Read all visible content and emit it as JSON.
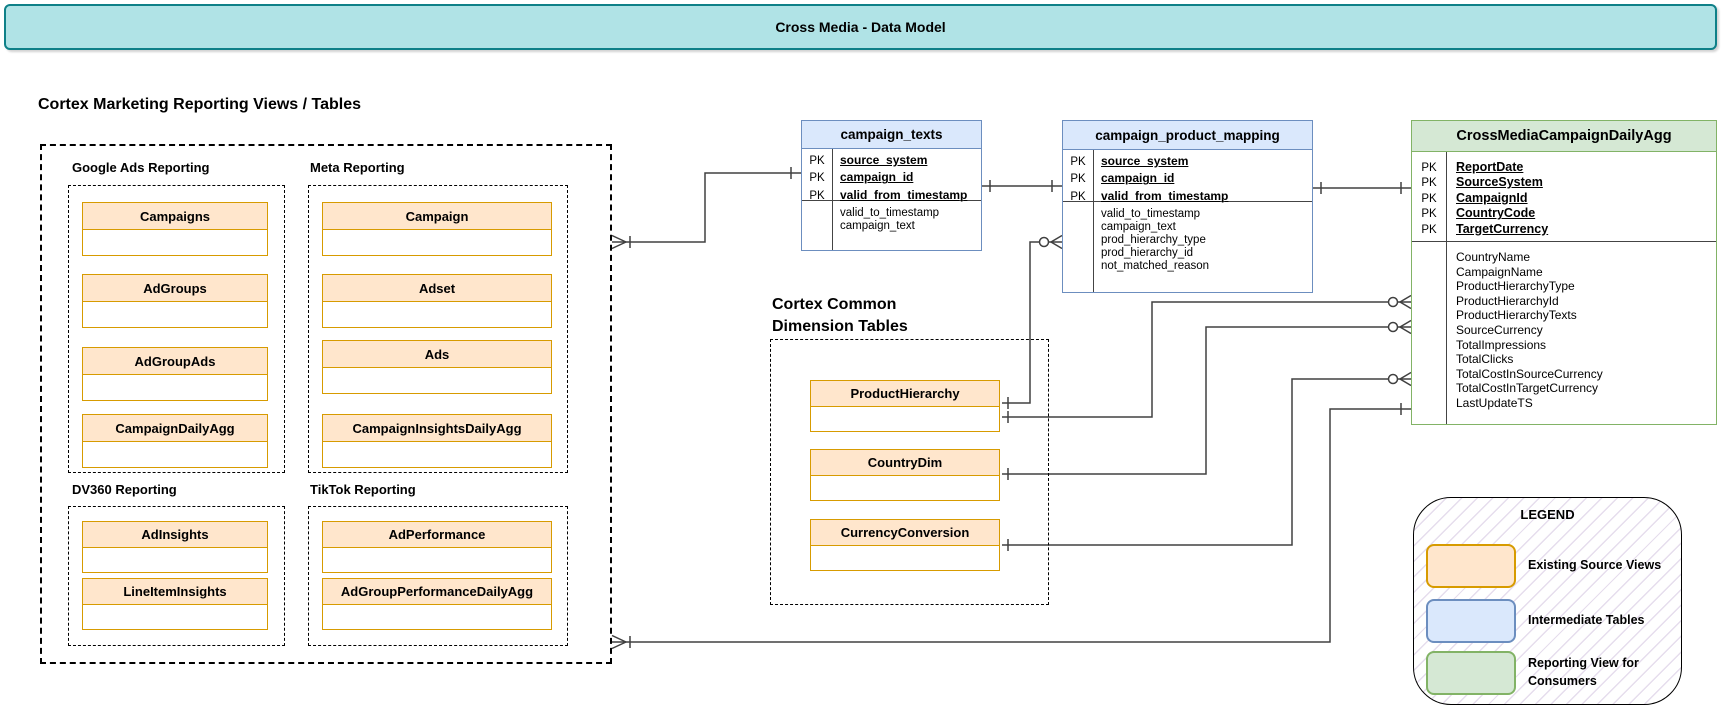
{
  "banner": {
    "title": "Cross Media - Data Model"
  },
  "marketing_section": {
    "title": "Cortex Marketing Reporting Views / Tables",
    "groups": [
      {
        "label": "Google Ads Reporting",
        "entities": [
          "Campaigns",
          "AdGroups",
          "AdGroupAds",
          "CampaignDailyAgg"
        ]
      },
      {
        "label": "Meta Reporting",
        "entities": [
          "Campaign",
          "Adset",
          "Ads",
          "CampaignInsightsDailyAgg"
        ]
      },
      {
        "label": "DV360 Reporting",
        "entities": [
          "AdInsights",
          "LineItemInsights"
        ]
      },
      {
        "label": "TikTok Reporting",
        "entities": [
          "AdPerformance",
          "AdGroupPerformanceDailyAgg"
        ]
      }
    ]
  },
  "tables": {
    "campaign_texts": {
      "title": "campaign_texts",
      "pk_label": "PK",
      "pk_fields": [
        "source_system",
        "campaign_id",
        "valid_from_timestamp"
      ],
      "fields": [
        "valid_to_timestamp",
        "campaign_text"
      ]
    },
    "campaign_product_mapping": {
      "title": "campaign_product_mapping",
      "pk_label": "PK",
      "pk_fields": [
        "source_system",
        "campaign_id",
        "valid_from_timestamp"
      ],
      "fields": [
        "valid_to_timestamp",
        "campaign_text",
        "prod_hierarchy_type",
        "prod_hierarchy_id",
        "not_matched_reason"
      ]
    },
    "cross_media": {
      "title": "CrossMediaCampaignDailyAgg",
      "pk_label": "PK",
      "pk_fields": [
        "ReportDate",
        "SourceSystem",
        "CampaignId",
        "CountryCode",
        "TargetCurrency"
      ],
      "fields": [
        "CountryName",
        "CampaignName",
        "ProductHierarchyType",
        "ProductHierarchyId",
        "ProductHierarchyTexts",
        "SourceCurrency",
        "TotalImpressions",
        "TotalClicks",
        "TotalCostInSourceCurrency",
        "TotalCostInTargetCurrency",
        "LastUpdateTS"
      ]
    }
  },
  "dimension_section": {
    "title_line1": "Cortex Common",
    "title_line2": "Dimension Tables",
    "entities": [
      "ProductHierarchy",
      "CountryDim",
      "CurrencyConversion"
    ]
  },
  "legend": {
    "title": "LEGEND",
    "items": [
      {
        "label": "Existing Source Views",
        "fill": "#ffe6cc",
        "border": "#d79b00"
      },
      {
        "label": "Intermediate Tables",
        "fill": "#dae8fc",
        "border": "#6c8ebf"
      },
      {
        "label": "Reporting View for Consumers",
        "fill": "#d5e8d4",
        "border": "#82b366"
      }
    ]
  },
  "colors": {
    "banner_fill": "#b0e3e6",
    "banner_border": "#0e8088",
    "source_view_fill": "#ffe6cc",
    "source_view_border": "#d79b00",
    "intermediate_fill": "#dae8fc",
    "intermediate_border": "#6c8ebf",
    "reporting_fill": "#d5e8d4",
    "reporting_border": "#82b366"
  }
}
